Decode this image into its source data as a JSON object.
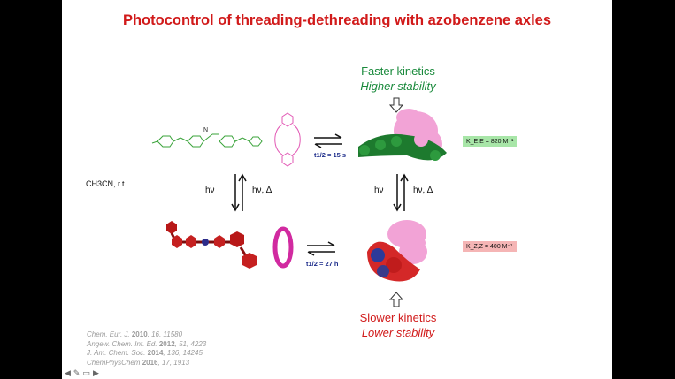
{
  "slide": {
    "title": "Photocontrol of threading-dethreading with azobenzene axles",
    "top_right": {
      "line1": "Faster kinetics",
      "line2": "Higher stability"
    },
    "bottom_right": {
      "line1": "Slower kinetics",
      "line2": "Lower stability"
    },
    "solvent": "CH3CN, r.t.",
    "hv_left": "hν",
    "hv_delta_left": "hν, Δ",
    "hv_right": "hν",
    "hv_delta_right": "hν, Δ",
    "t_half_top": "t1/2 = 15 s",
    "t_half_bottom": "t1/2 = 27 h",
    "k_top": "K_E,E = 820 M⁻¹",
    "k_bottom": "K_Z,Z = 400 M⁻¹",
    "colors": {
      "title": "#d11a1a",
      "green": "#1a8a3c",
      "k_top_bg": "#a8e6a8",
      "k_bottom_bg": "#f5b5b5"
    }
  },
  "references": [
    {
      "journal": "Chem. Eur. J.",
      "year": "2010",
      "rest": ", 16, 11580"
    },
    {
      "journal": "Angew. Chem. Int. Ed.",
      "year": "2012",
      "rest": ", 51, 4223"
    },
    {
      "journal": "J. Am. Chem. Soc.",
      "year": "2014",
      "rest": ", 136, 14245"
    },
    {
      "journal": "ChemPhysChem",
      "year": "2016",
      "rest": ", 17, 1913"
    }
  ],
  "nav_icons": [
    "back-arrow-icon",
    "pen-icon",
    "slides-icon",
    "forward-arrow-icon"
  ]
}
